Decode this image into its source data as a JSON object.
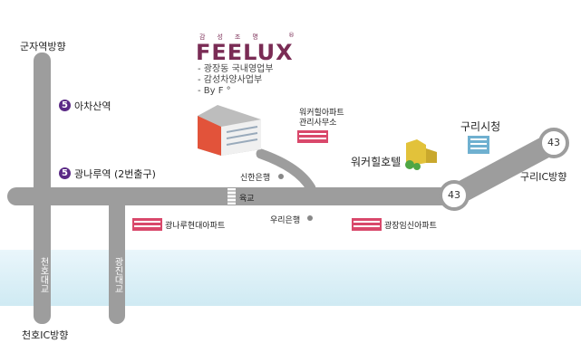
{
  "labels": {
    "gunja": "군자역방향",
    "achasan": "아차산역",
    "gwangnaru": "광나루역 (2번출구)",
    "cheonho_direction": "천호IC방향",
    "cheonho_bridge": "천호대교",
    "gwangjin_bridge": "광진대교",
    "walkerhill_apt": "워커힐아파트",
    "walkerhill_office": "관리사무소",
    "guri_city_hall": "구리시청",
    "walkerhill_hotel": "워커힐호텔",
    "guri_ic": "구리IC방향",
    "shinhan": "신한은행",
    "woori": "우리은행",
    "yukgyo": "육교",
    "gwangnaru_apt": "광나루현대아파트",
    "gwangjang_apt": "광장임신아파트"
  },
  "subway_line": "5",
  "route_number": "43",
  "logo": {
    "subtitle": "감성조명",
    "name": "FEELUX",
    "mark": "®"
  },
  "info_lines": [
    "- 광장동 국내영업부",
    "- 감성차양사업부",
    "- By F °"
  ],
  "colors": {
    "road": "#9d9d9d",
    "subway": "#5b2a86",
    "logo": "#7a2c55",
    "building_main": "#e2533a",
    "apartment": "#d9486b",
    "hotel": "#e2c23a",
    "city_hall": "#6fb0d0"
  }
}
